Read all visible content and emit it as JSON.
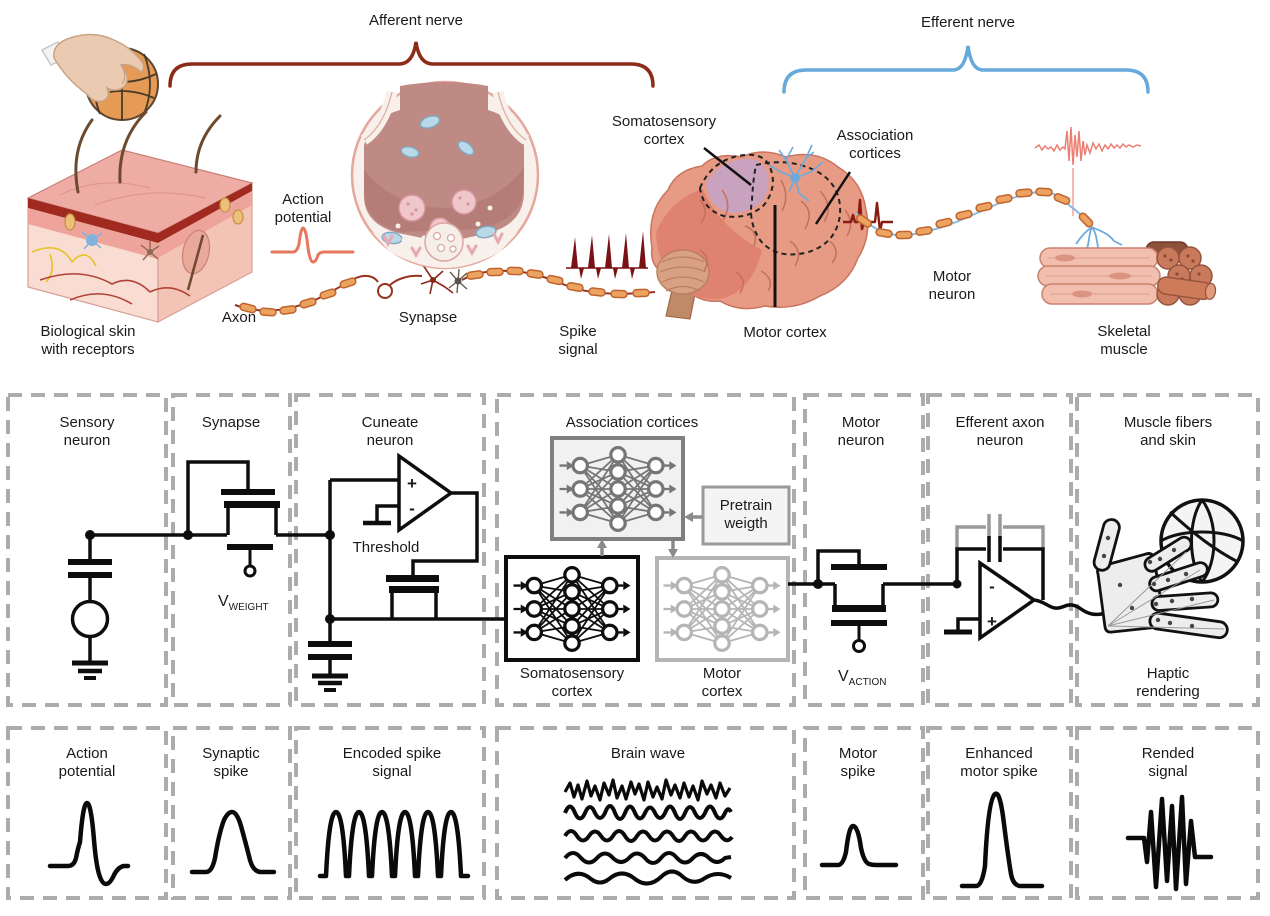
{
  "figure": {
    "top": {
      "afferent_nerve": "Afferent nerve",
      "efferent_nerve": "Efferent nerve",
      "biological_skin_1": "Biological skin",
      "biological_skin_2": "with receptors",
      "axon": "Axon",
      "action_potential_1": "Action",
      "action_potential_2": "potential",
      "synapse": "Synapse",
      "spike_signal_1": "Spike",
      "spike_signal_2": "signal",
      "somatosensory_cortex_1": "Somatosensory",
      "somatosensory_cortex_2": "cortex",
      "association_cortices_1": "Association",
      "association_cortices_2": "cortices",
      "motor_cortex": "Motor cortex",
      "motor_neuron_1": "Motor",
      "motor_neuron_2": "neuron",
      "skeletal_muscle_1": "Skeletal",
      "skeletal_muscle_2": "muscle"
    },
    "middle": {
      "box1_1": "Sensory",
      "box1_2": "neuron",
      "box2_1": "Synapse",
      "box3_1": "Cuneate",
      "box3_2": "neuron",
      "box4_1": "Association cortices",
      "box5_1": "Motor",
      "box5_2": "neuron",
      "box6_1": "Efferent axon",
      "box6_2": "neuron",
      "box7_1": "Muscle fibers",
      "box7_2": "and skin",
      "v_weight_v": "V",
      "v_weight_sub": "WEIGHT",
      "threshold": "Threshold",
      "comparator_plus": "+",
      "comparator_minus": "-",
      "pretrain_1": "Pretrain",
      "pretrain_2": "weigth",
      "somato_nn_1": "Somatosensory",
      "somato_nn_2": "cortex",
      "motor_nn_1": "Motor",
      "motor_nn_2": "cortex",
      "v_action_v": "V",
      "v_action_sub": "ACTION",
      "opamp_minus": "-",
      "opamp_plus": "+",
      "haptic_1": "Haptic",
      "haptic_2": "rendering"
    },
    "bottom": {
      "box1_1": "Action",
      "box1_2": "potential",
      "box2_1": "Synaptic",
      "box2_2": "spike",
      "box3_1": "Encoded spike",
      "box3_2": "signal",
      "box4_1": "Brain wave",
      "box5_1": "Motor",
      "box5_2": "spike",
      "box6_1": "Enhanced",
      "box6_2": "motor spike",
      "box7_1": "Rended",
      "box7_2": "signal"
    },
    "colors": {
      "afferent_brace": "#8B2B18",
      "efferent_brace": "#66A9DB",
      "action_potential_wave": "#E8775F",
      "spike_signal": "#7A1114",
      "emg_signal": "#EC7E72",
      "axon_segment": "#ECA35F",
      "dashed_border": "#ACACAC",
      "circuit": "#0D0D0D",
      "nn_association": "#767676",
      "nn_somatosensory": "#0D0D0D",
      "nn_motor": "#B5B5B5"
    }
  }
}
